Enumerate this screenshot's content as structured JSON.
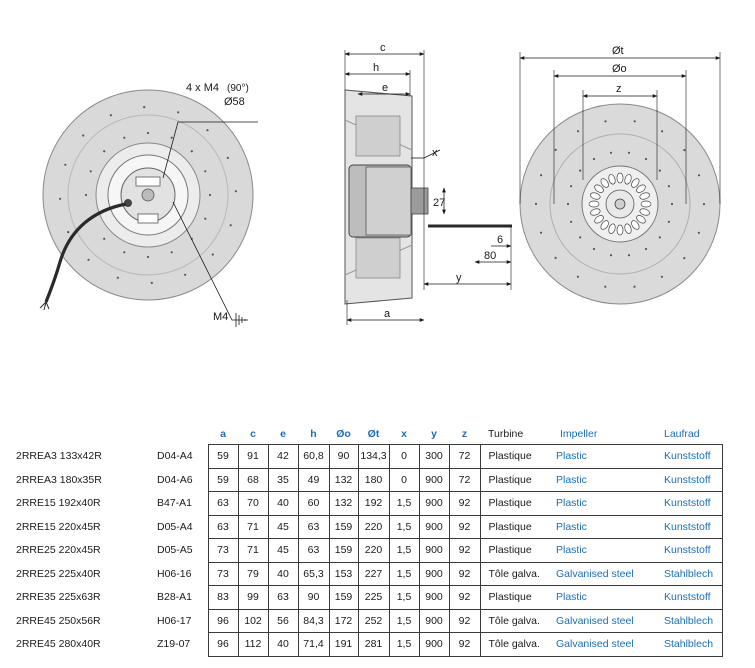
{
  "drawing": {
    "front_label_holes": "4 x M4",
    "front_label_angle": "(90°)",
    "front_label_diameter": "Ø58",
    "front_label_earth": "M4",
    "side_dims": {
      "c": "c",
      "h": "h",
      "e": "e",
      "x": "x",
      "d27": "27",
      "d6": "6",
      "d80": "80",
      "y": "y",
      "a": "a"
    },
    "rear_dims": {
      "dt": "Øt",
      "do": "Øo",
      "z": "z"
    }
  },
  "table": {
    "headers": [
      "a",
      "c",
      "e",
      "h",
      "Øo",
      "Øt",
      "x",
      "y",
      "z"
    ],
    "material_headers": [
      "Turbine",
      "Impeller",
      "Laufrad"
    ],
    "rows": [
      {
        "model": "2RREA3 133x42R",
        "code": "D04-A4",
        "vals": [
          "59",
          "91",
          "42",
          "60,8",
          "90",
          "134,3",
          "0",
          "300",
          "72"
        ],
        "fr": "Plastique",
        "en": "Plastic",
        "de": "Kunststoff"
      },
      {
        "model": "2RREA3 180x35R",
        "code": "D04-A6",
        "vals": [
          "59",
          "68",
          "35",
          "49",
          "132",
          "180",
          "0",
          "900",
          "72"
        ],
        "fr": "Plastique",
        "en": "Plastic",
        "de": "Kunststoff"
      },
      {
        "model": "2RRE15 192x40R",
        "code": "B47-A1",
        "vals": [
          "63",
          "70",
          "40",
          "60",
          "132",
          "192",
          "1,5",
          "900",
          "92"
        ],
        "fr": "Plastique",
        "en": "Plastic",
        "de": "Kunststoff"
      },
      {
        "model": "2RRE15 220x45R",
        "code": "D05-A4",
        "vals": [
          "63",
          "71",
          "45",
          "63",
          "159",
          "220",
          "1,5",
          "900",
          "92"
        ],
        "fr": "Plastique",
        "en": "Plastic",
        "de": "Kunststoff"
      },
      {
        "model": "2RRE25 220x45R",
        "code": "D05-A5",
        "vals": [
          "73",
          "71",
          "45",
          "63",
          "159",
          "220",
          "1,5",
          "900",
          "92"
        ],
        "fr": "Plastique",
        "en": "Plastic",
        "de": "Kunststoff"
      },
      {
        "model": "2RRE25 225x40R",
        "code": "H06-16",
        "vals": [
          "73",
          "79",
          "40",
          "65,3",
          "153",
          "227",
          "1,5",
          "900",
          "92"
        ],
        "fr": "Tôle galva.",
        "en": "Galvanised steel",
        "de": "Stahlblech"
      },
      {
        "model": "2RRE35 225x63R",
        "code": "B28-A1",
        "vals": [
          "83",
          "99",
          "63",
          "90",
          "159",
          "225",
          "1,5",
          "900",
          "92"
        ],
        "fr": "Plastique",
        "en": "Plastic",
        "de": "Kunststoff"
      },
      {
        "model": "2RRE45 250x56R",
        "code": "H06-17",
        "vals": [
          "96",
          "102",
          "56",
          "84,3",
          "172",
          "252",
          "1,5",
          "900",
          "92"
        ],
        "fr": "Tôle galva.",
        "en": "Galvanised steel",
        "de": "Stahlblech"
      },
      {
        "model": "2RRE45 280x40R",
        "code": "Z19-07",
        "vals": [
          "96",
          "112",
          "40",
          "71,4",
          "191",
          "281",
          "1,5",
          "900",
          "92"
        ],
        "fr": "Tôle galva.",
        "en": "Galvanised steel",
        "de": "Stahlblech"
      }
    ]
  }
}
